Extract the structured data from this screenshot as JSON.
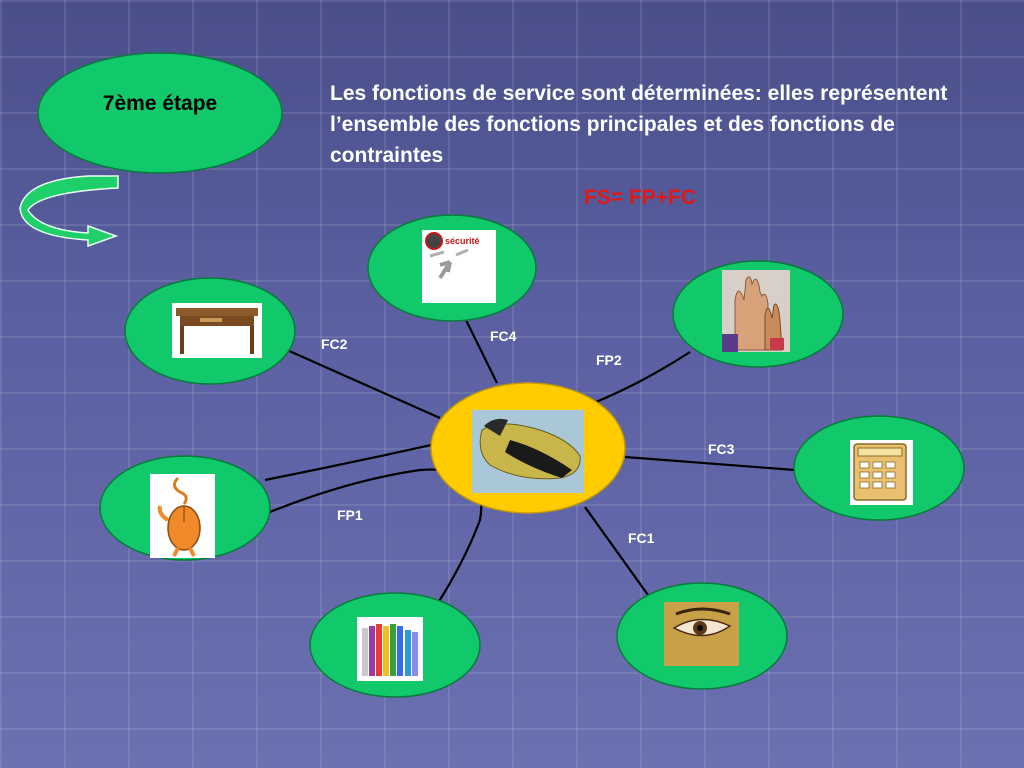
{
  "step": {
    "label": "7ème étape"
  },
  "description": "Les fonctions de service sont déterminées: elles représentent l’ensemble des fonctions principales et des fonctions de contraintes",
  "formula": "FS= FP+FC",
  "security_sign": "sécurité",
  "links": {
    "fc2": "FC2",
    "fc4": "FC4",
    "fp2": "FP2",
    "fc3": "FC3",
    "fp1": "FP1",
    "fc1": "FC1"
  },
  "colors": {
    "node_fill": "#11c86a",
    "center_fill": "#ffcc00",
    "formula": "#e01818",
    "arrow": "#1fd06a"
  },
  "icons": {
    "center": "pencil-case",
    "table": "wooden-table",
    "security": "security-sign",
    "hands": "raised-hands",
    "calculator": "calculator",
    "mouse": "mouse-character",
    "crayons": "crayons",
    "eye": "eye"
  }
}
